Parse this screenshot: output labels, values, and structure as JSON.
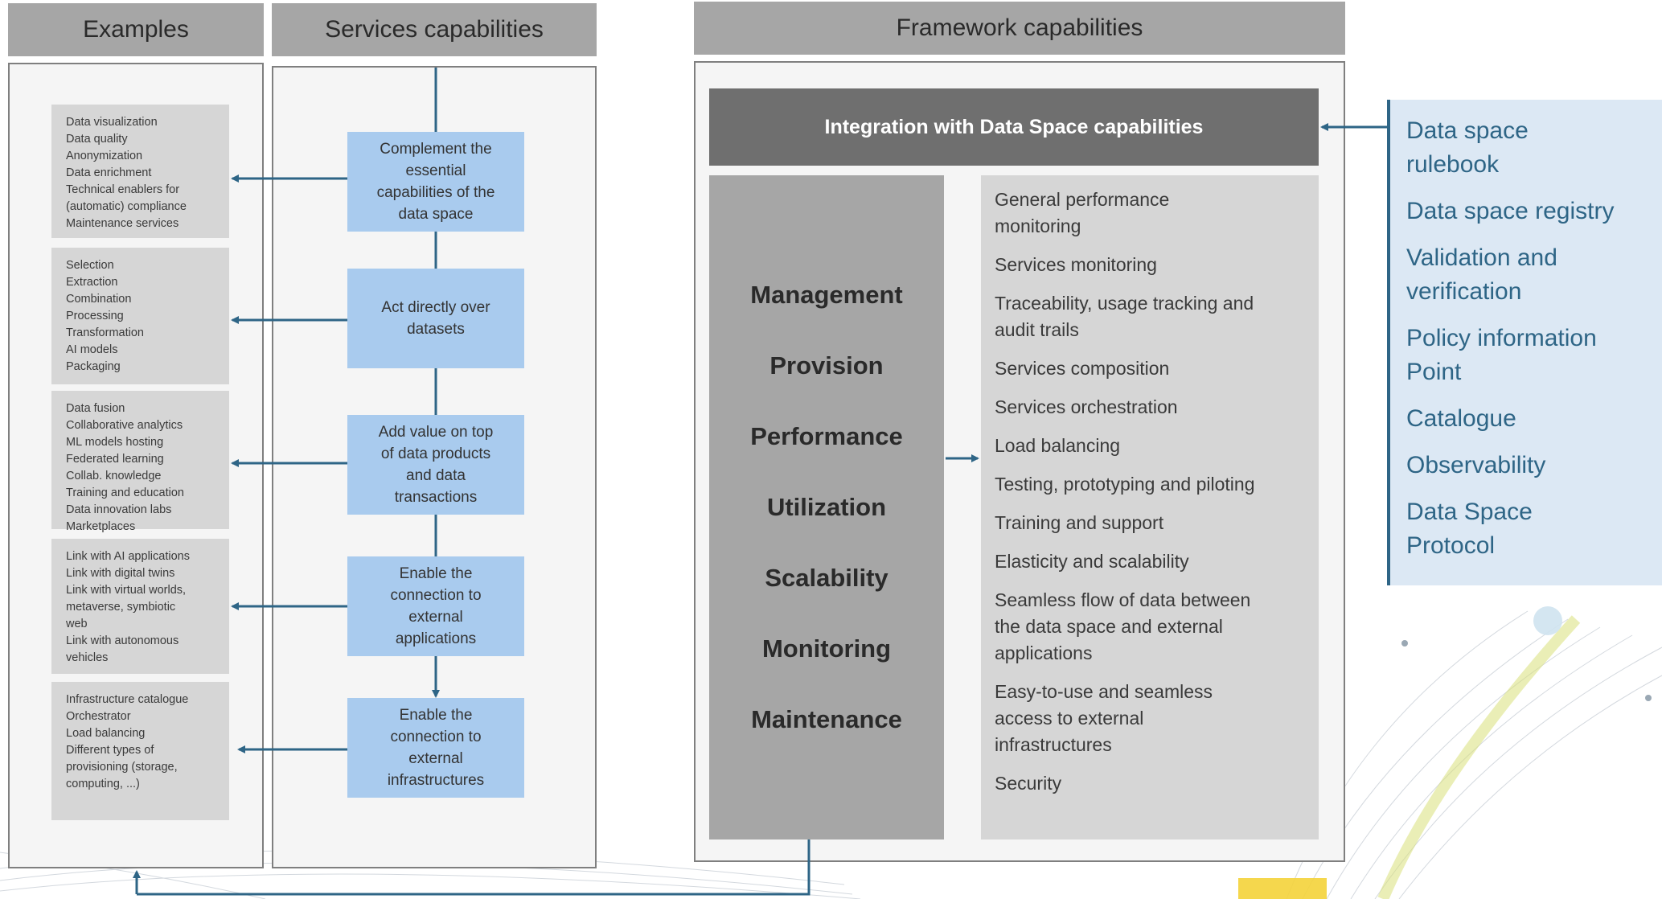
{
  "headers": {
    "examples": "Examples",
    "services": "Services capabilities",
    "framework": "Framework capabilities"
  },
  "examples": [
    [
      "Data visualization",
      "Data quality",
      "Anonymization",
      "Data enrichment",
      "Technical enablers for",
      "(automatic) compliance",
      "Maintenance services"
    ],
    [
      "Selection",
      "Extraction",
      "Combination",
      "Processing",
      "Transformation",
      "AI models",
      "Packaging"
    ],
    [
      "Data fusion",
      "Collaborative analytics",
      "ML models hosting",
      "Federated learning",
      "Collab. knowledge",
      "Training and education",
      "Data innovation labs",
      "Marketplaces"
    ],
    [
      "Link with AI applications",
      "Link with digital twins",
      "Link with virtual worlds,",
      "metaverse, symbiotic",
      "web",
      "Link with autonomous",
      "vehicles"
    ],
    [
      "Infrastructure catalogue",
      "Orchestrator",
      "Load balancing",
      "Different types of",
      "provisioning (storage,",
      "computing, ...)"
    ]
  ],
  "services": [
    [
      "Complement the",
      "essential",
      "capabilities of the",
      "data space"
    ],
    [
      "Act directly over",
      "datasets"
    ],
    [
      "Add value on top",
      "of data products",
      "and data",
      "transactions"
    ],
    [
      "Enable the",
      "connection to",
      "external",
      "applications"
    ],
    [
      "Enable the",
      "connection to",
      "external",
      "infrastructures"
    ]
  ],
  "framework": {
    "integration_title": "Integration with Data Space capabilities",
    "aspects": [
      "Management",
      "Provision",
      "Performance",
      "Utilization",
      "Scalability",
      "Monitoring",
      "Maintenance"
    ],
    "capabilities": [
      [
        "General performance",
        "monitoring"
      ],
      [
        "Services monitoring"
      ],
      [
        "Traceability, usage tracking and",
        "audit trails"
      ],
      [
        "Services composition"
      ],
      [
        "Services orchestration"
      ],
      [
        "Load balancing"
      ],
      [
        "Testing, prototyping and piloting"
      ],
      [
        "Training and support"
      ],
      [
        "Elasticity and scalability"
      ],
      [
        "Seamless flow of data between",
        "the data space and external",
        "applications"
      ],
      [
        "Easy-to-use and seamless",
        "access to external",
        "infrastructures"
      ],
      [
        "Security"
      ]
    ]
  },
  "data_space_capabilities": [
    [
      "Data space",
      "rulebook"
    ],
    [
      "Data space registry"
    ],
    [
      "Validation and",
      "verification"
    ],
    [
      "Policy information",
      "Point"
    ],
    [
      "Catalogue"
    ],
    [
      "Observability"
    ],
    [
      "Data Space",
      "Protocol"
    ]
  ],
  "colors": {
    "header_gray": "#a6a6a6",
    "box_gray": "#d6d6d6",
    "service_blue": "#a9cbee",
    "integration_dark": "#6f6f6f",
    "connector": "#2e6586",
    "ds_panel_bg": "#dce8f4"
  }
}
